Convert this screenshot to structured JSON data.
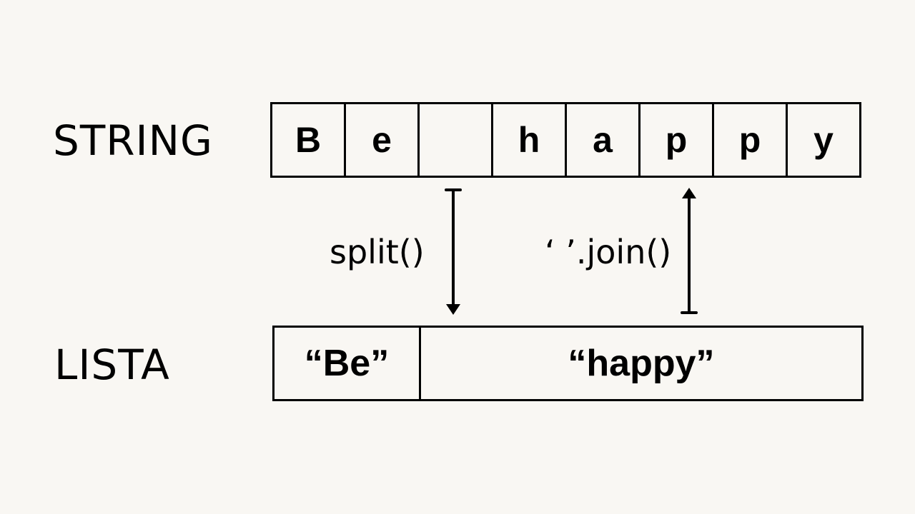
{
  "rows": {
    "string_label": "STRING",
    "list_label": "LISTA"
  },
  "string_chars": [
    "B",
    "e",
    " ",
    "h",
    "a",
    "p",
    "p",
    "y"
  ],
  "list_items": [
    "“Be”",
    "“happy”"
  ],
  "operations": {
    "split_label": "split()",
    "join_label": "‘ ’.join()"
  }
}
